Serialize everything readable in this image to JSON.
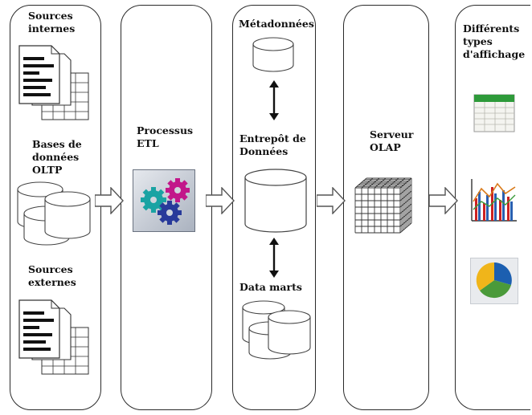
{
  "sources_panel": {
    "internal_label": "Sources\ninternes",
    "oltp_label": "Bases de\ndonnées\nOLTP",
    "external_label": "Sources\nexternes"
  },
  "etl_panel": {
    "label": "Processus\nETL",
    "icon": "gears-icon"
  },
  "warehouse_panel": {
    "metadata_label": "Métadonnées",
    "warehouse_label": "Entrepôt de\nDonnées",
    "datamarts_label": "Data marts"
  },
  "olap_panel": {
    "label": "Serveur\nOLAP",
    "icon": "olap-cube-icon"
  },
  "display_panel": {
    "label": "Différents\ntypes\nd'affichage",
    "icons": [
      "spreadsheet-icon",
      "bar-line-chart-icon",
      "pie-chart-icon"
    ]
  },
  "colors": {
    "spreadsheet_header": "#2e9a3a",
    "gear_teal": "#1aa3a3",
    "gear_magenta": "#c2178a",
    "gear_navy": "#283a9a",
    "pie_blue": "#1c5fb0",
    "pie_yellow": "#f0b51a",
    "pie_green": "#4a9a3a"
  }
}
